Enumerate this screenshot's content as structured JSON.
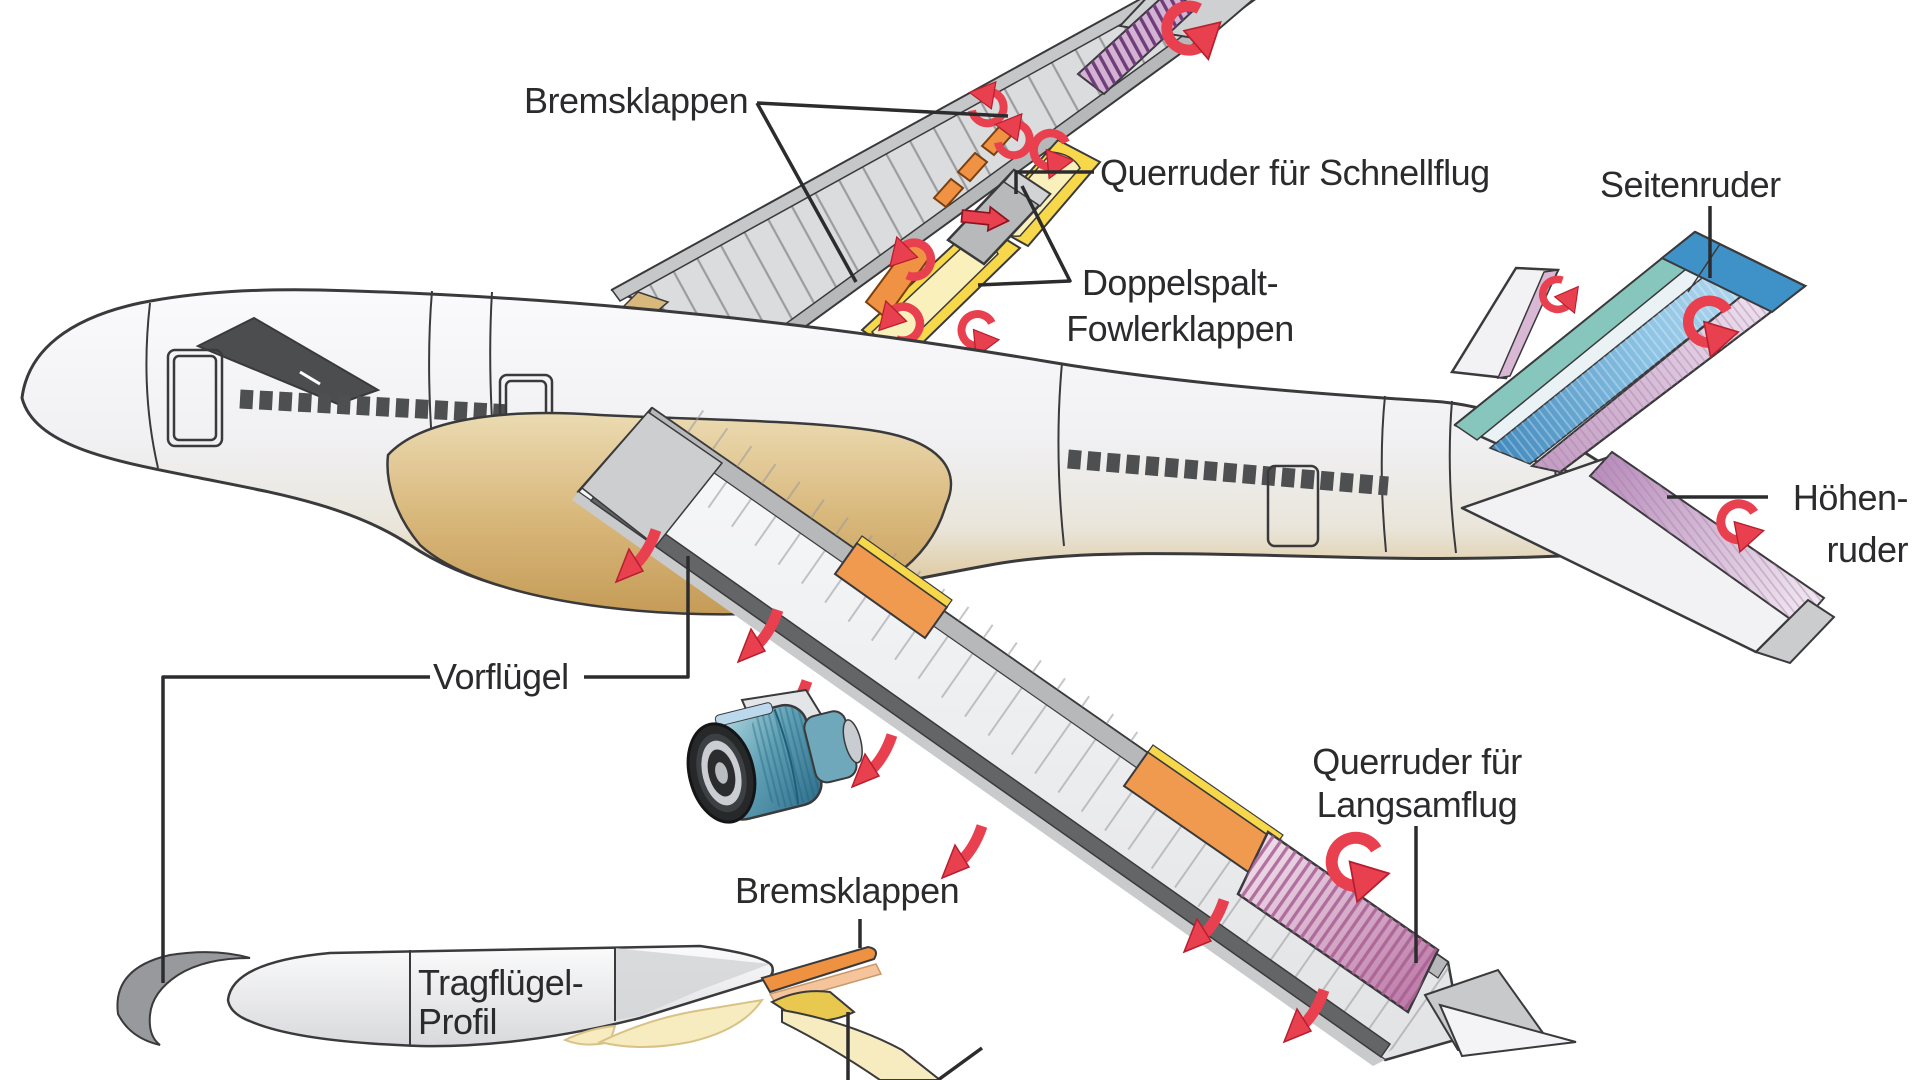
{
  "diagram": {
    "subject": "aircraft-control-surfaces",
    "language": "de",
    "labels": {
      "bremsklappen_top": "Bremsklappen",
      "querruder_schnellflug": "Querruder für Schnellflug",
      "seitenruder": "Seitenruder",
      "doppelspalt_fowlerklappen": [
        "Doppelspalt-",
        "Fowlerklappen"
      ],
      "hoehenruder": [
        "Höhen-",
        "ruder"
      ],
      "vorfluegel": "Vorflügel",
      "querruder_langsamflug": [
        "Querruder für",
        "Langsamflug"
      ],
      "bremsklappen_bottom": "Bremsklappen",
      "tragfluegel_profil": [
        "Tragflügel-",
        "Profil"
      ]
    },
    "colors": {
      "label_text": "#2b2b2d",
      "leader_line": "#2c2c2e",
      "arrow_red": "#e8404e",
      "spoiler_orange": "#ef9243",
      "flap_yellow": "#f6d84a",
      "flap_pale_yellow": "#faf0bc",
      "aileron_pink": "#c583ad",
      "aileron_purple": "#7c4a86",
      "fin_blue": "#4f9fd0",
      "fin_teal": "#86c6bc",
      "rudder_mauve": "#c9a6c6",
      "engine_teal": "#4e93ad",
      "fuselage_tan": "#d9b87c"
    }
  }
}
